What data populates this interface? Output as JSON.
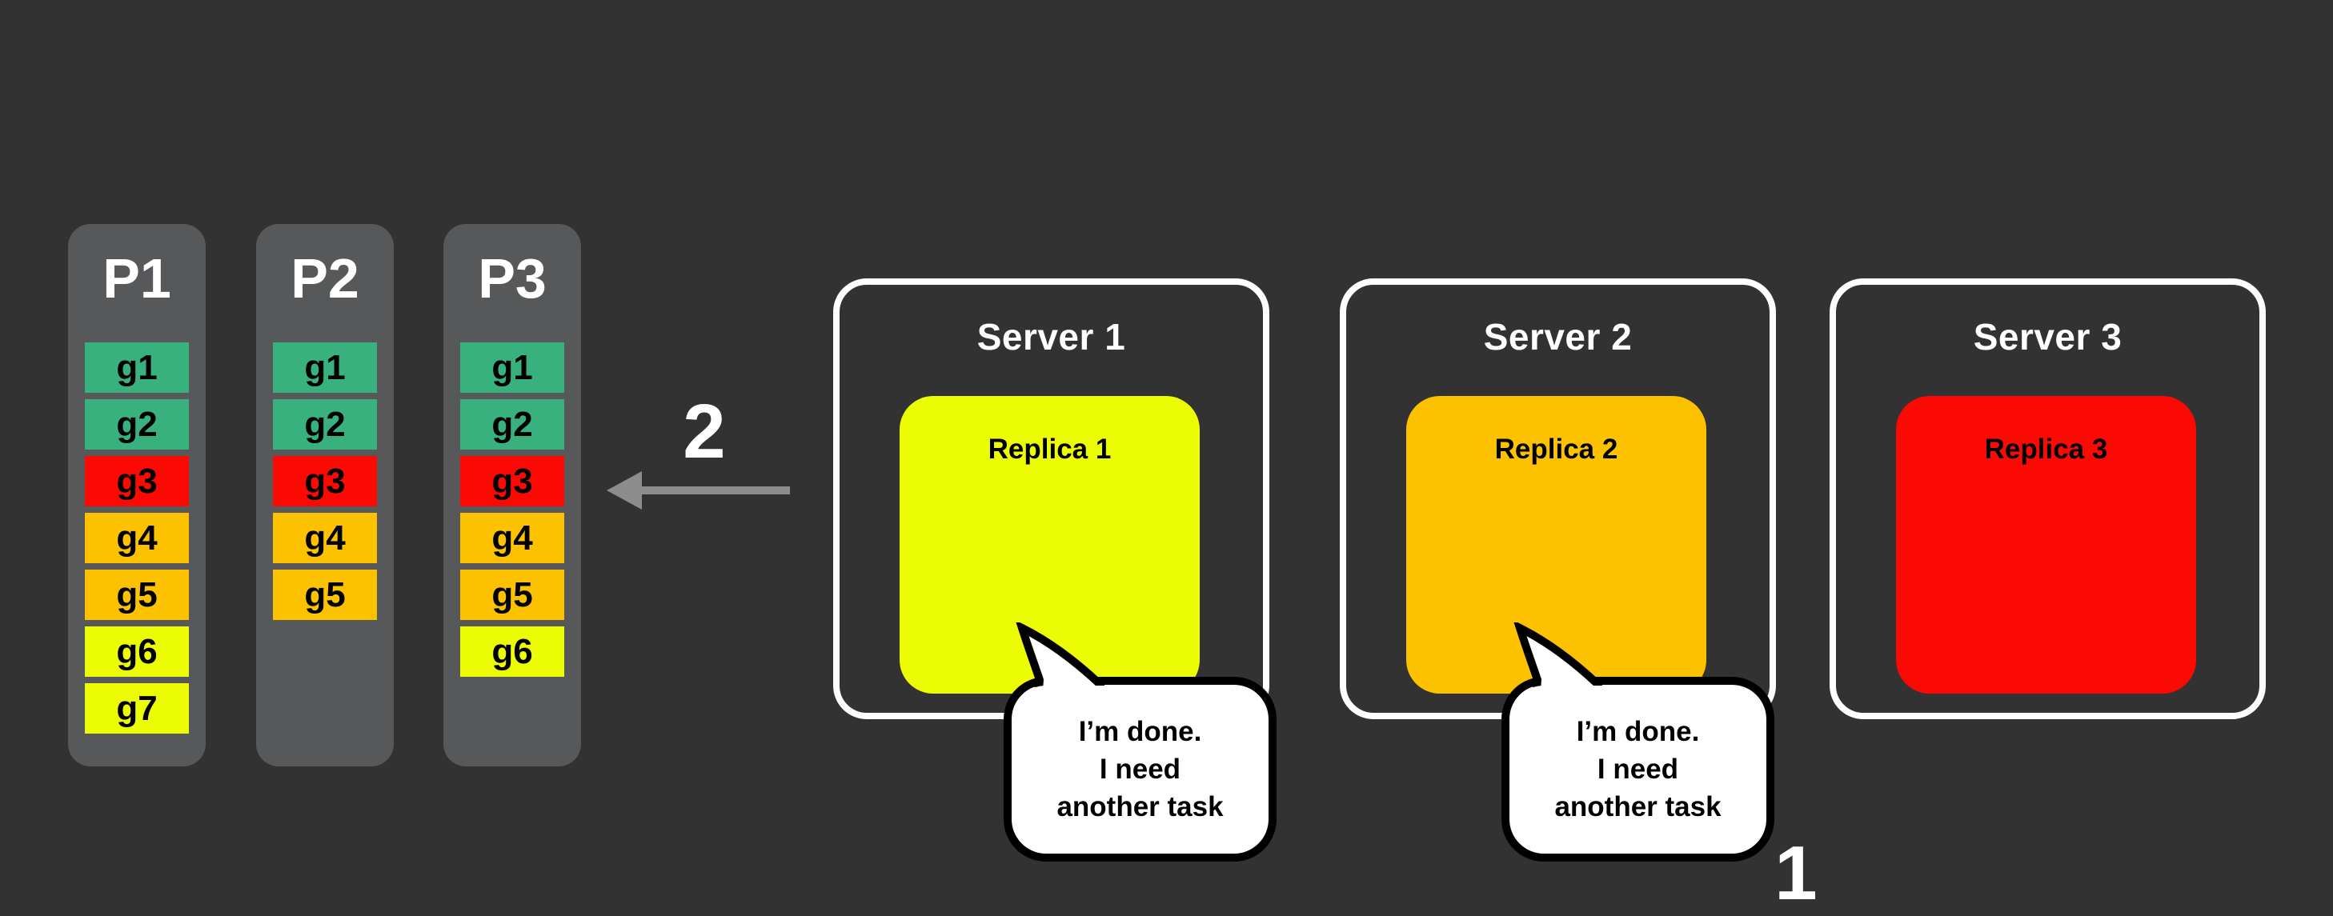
{
  "diagram": {
    "background_color": "#323232",
    "panel_color": "#57585a",
    "palette": {
      "green": "#38b17e",
      "red": "#fb0a04",
      "orange": "#fcc200",
      "yellow": "#ecfc04",
      "arrow_gray": "#8d8d8d",
      "white": "#ffffff",
      "black": "#000000"
    }
  },
  "partitions": {
    "columns": [
      {
        "label": "P1",
        "groups": [
          {
            "label": "g1",
            "color": "#38b17e"
          },
          {
            "label": "g2",
            "color": "#38b17e"
          },
          {
            "label": "g3",
            "color": "#fb0a04"
          },
          {
            "label": "g4",
            "color": "#fcc200"
          },
          {
            "label": "g5",
            "color": "#fcc200"
          },
          {
            "label": "g6",
            "color": "#ecfc04"
          },
          {
            "label": "g7",
            "color": "#ecfc04"
          }
        ]
      },
      {
        "label": "P2",
        "groups": [
          {
            "label": "g1",
            "color": "#38b17e"
          },
          {
            "label": "g2",
            "color": "#38b17e"
          },
          {
            "label": "g3",
            "color": "#fb0a04"
          },
          {
            "label": "g4",
            "color": "#fcc200"
          },
          {
            "label": "g5",
            "color": "#fcc200"
          }
        ]
      },
      {
        "label": "P3",
        "groups": [
          {
            "label": "g1",
            "color": "#38b17e"
          },
          {
            "label": "g2",
            "color": "#38b17e"
          },
          {
            "label": "g3",
            "color": "#fb0a04"
          },
          {
            "label": "g4",
            "color": "#fcc200"
          },
          {
            "label": "g5",
            "color": "#fcc200"
          },
          {
            "label": "g6",
            "color": "#ecfc04"
          }
        ]
      }
    ]
  },
  "servers": [
    {
      "title": "Server 1",
      "replica": {
        "label": "Replica 1",
        "color": "#ecfc04"
      },
      "bubble": {
        "lines": [
          "I’m done.",
          "I need",
          "another task"
        ]
      }
    },
    {
      "title": "Server 2",
      "replica": {
        "label": "Replica 2",
        "color": "#fcc200"
      },
      "bubble": {
        "lines": [
          "I’m done.",
          "I need",
          "another task"
        ]
      }
    },
    {
      "title": "Server 3",
      "replica": {
        "label": "Replica 3",
        "color": "#fb0a04"
      }
    }
  ],
  "annotations": {
    "step1_label": "1",
    "step2_label": "2"
  }
}
